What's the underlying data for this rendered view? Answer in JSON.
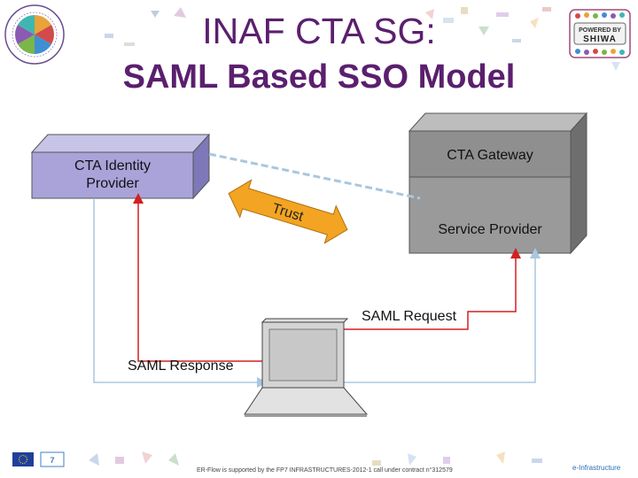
{
  "title": {
    "line1": "INAF CTA SG:",
    "line2": "SAML Based SSO Model"
  },
  "diagram": {
    "identity_provider": "CTA Identity\nProvider",
    "gateway": "CTA Gateway",
    "service_provider": "Service Provider",
    "trust": "Trust",
    "saml_request": "SAML Request",
    "saml_response": "SAML Response"
  },
  "logos": {
    "left_logo": "ER-flow circular logo",
    "right_logo": "POWERED BY SHIWA"
  },
  "footer": {
    "funding_text": "ER-Flow is supported by the FP7 INFRASTRUCTURES-2012-1 call under contract n°312579",
    "infra_text": "e-Infrastructure"
  },
  "colors": {
    "title": "#5b1f6e",
    "idp_box": "#a9a3d9",
    "gray_box": "#8f8f8f",
    "trust_arrow": "#f3a422",
    "red_line": "#d22020",
    "blue_line": "#a9c7e0"
  }
}
